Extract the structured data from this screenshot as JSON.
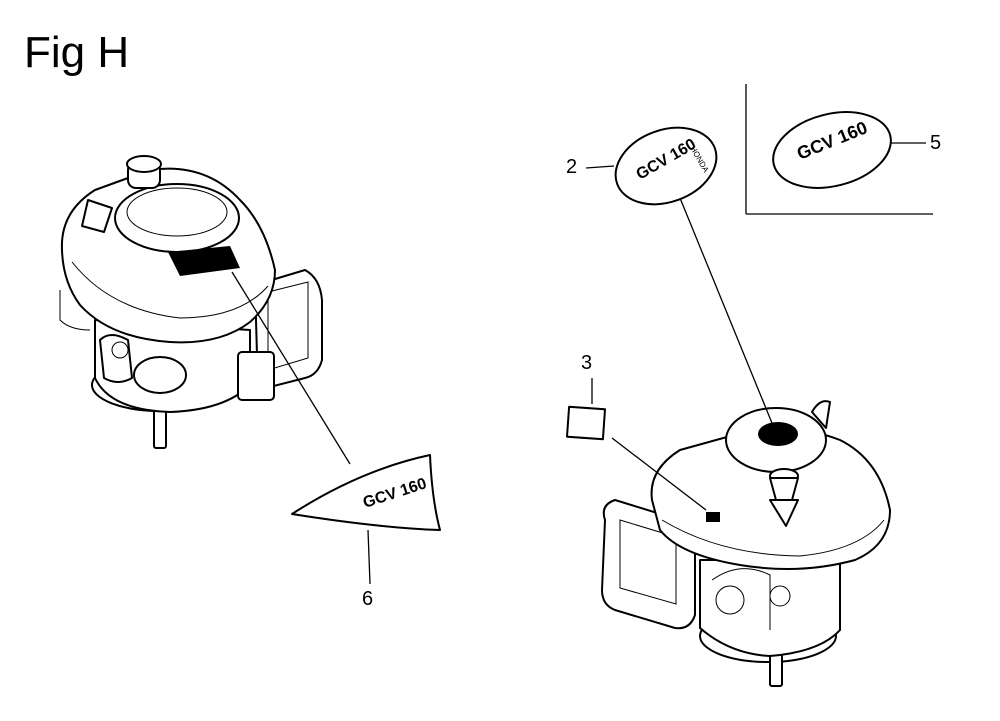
{
  "figure": {
    "title": "Fig H"
  },
  "callouts": [
    {
      "id": "2",
      "label": "2"
    },
    {
      "id": "3",
      "label": "3"
    },
    {
      "id": "5",
      "label": "5"
    },
    {
      "id": "6",
      "label": "6"
    }
  ],
  "decals": {
    "emblem_2_text": "GCV 160",
    "emblem_2_brand": "HONDA",
    "emblem_5_text": "GCV 160",
    "decal_6_text": "GCV 160"
  },
  "colors": {
    "line": "#000000",
    "background": "#ffffff"
  }
}
